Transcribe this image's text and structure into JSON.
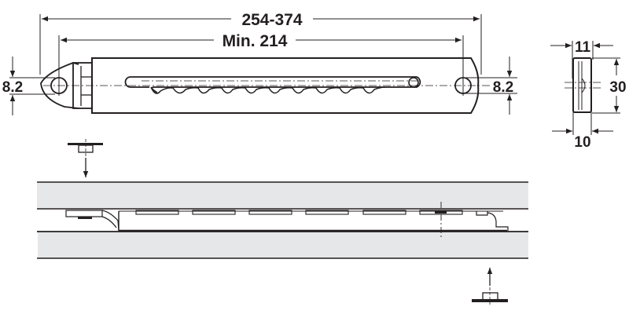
{
  "diagram": {
    "type": "technical-drawing",
    "subject": "adjustable stay / connector fitting",
    "colors": {
      "line": "#231f20",
      "panel_fill": "#e6e7e8",
      "background": "#ffffff"
    },
    "top_view": {
      "dimensions": {
        "overall_length": "254-374",
        "min_length": "Min. 214",
        "left_hole_height": "8.2",
        "right_hole_height": "8.2"
      }
    },
    "side_view": {
      "dimensions": {
        "top_width": "11",
        "height": "30",
        "bottom_width": "10"
      }
    },
    "assembly_view": {
      "arrows": [
        "insert-from-top",
        "insert-from-bottom"
      ]
    }
  }
}
